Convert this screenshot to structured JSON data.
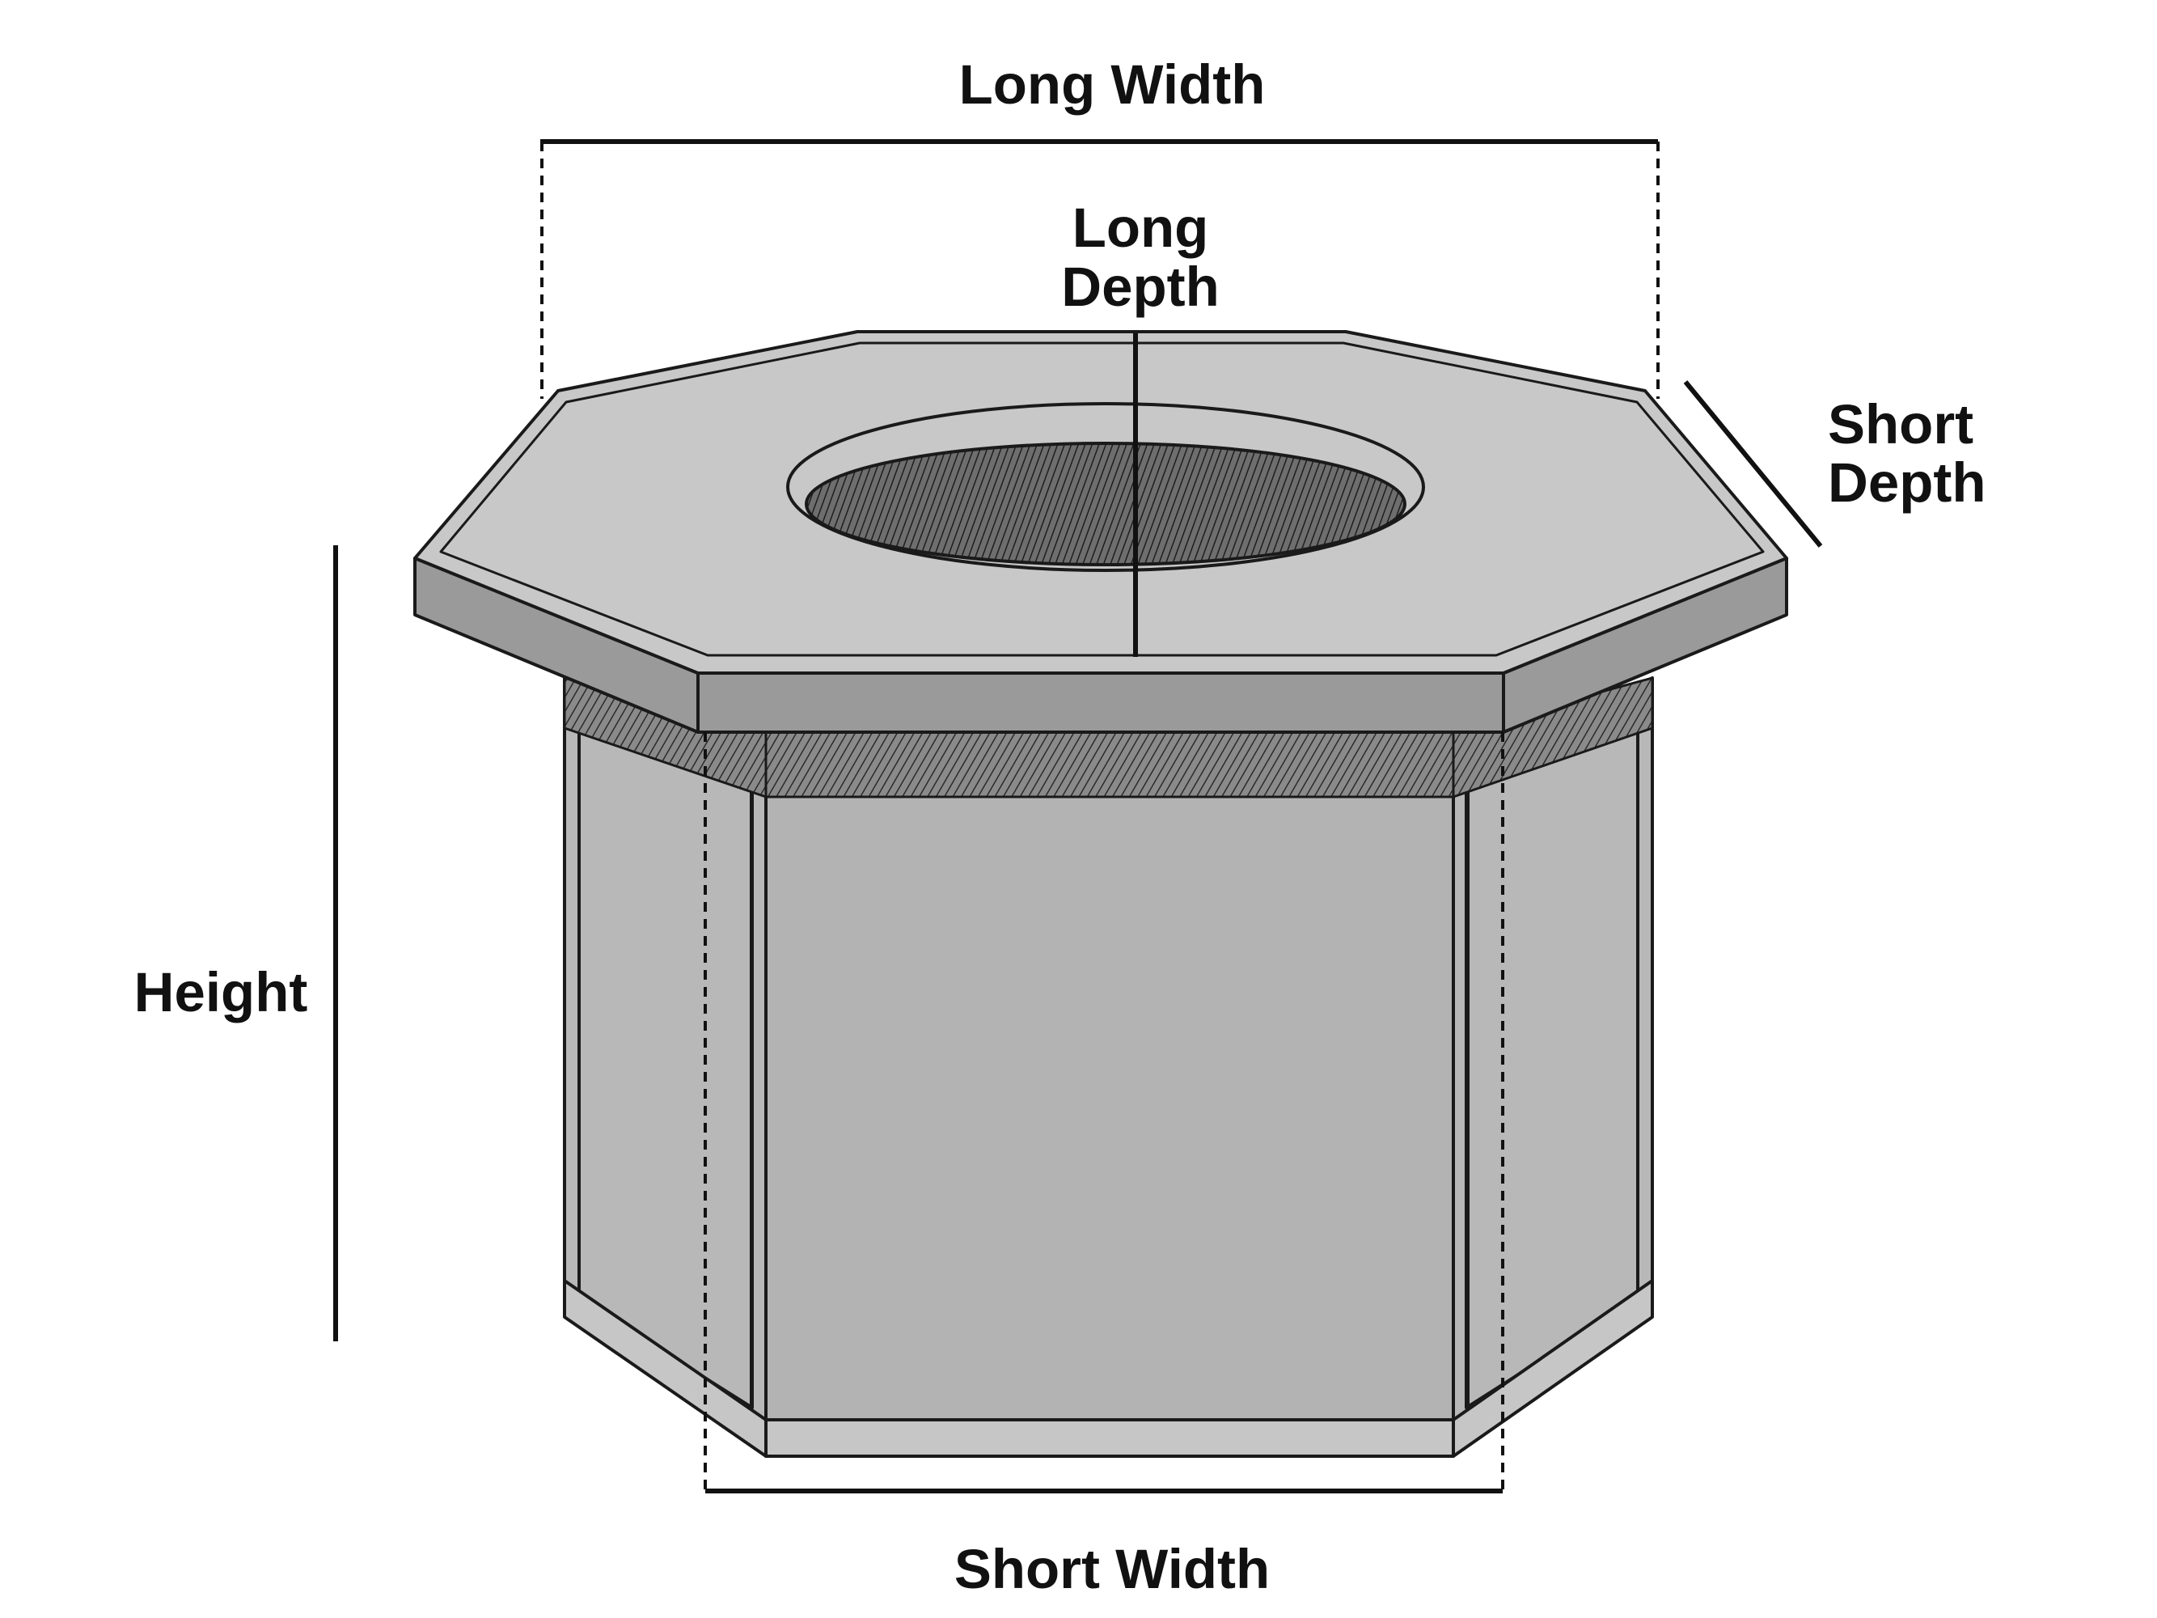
{
  "labels": {
    "long_width": "Long Width",
    "long_depth_line1": "Long",
    "long_depth_line2": "Depth",
    "short_depth_line1": "Short",
    "short_depth_line2": "Depth",
    "height": "Height",
    "short_width": "Short Width"
  },
  "colors": {
    "outline": "#1a1a1a",
    "top_surface": "#c8c8c8",
    "top_edge": "#9a9a9a",
    "body_front": "#b3b3b3",
    "body_side": "#b8b8b8",
    "base_trim": "#c6c6c6",
    "burner_opening": "#555555"
  }
}
